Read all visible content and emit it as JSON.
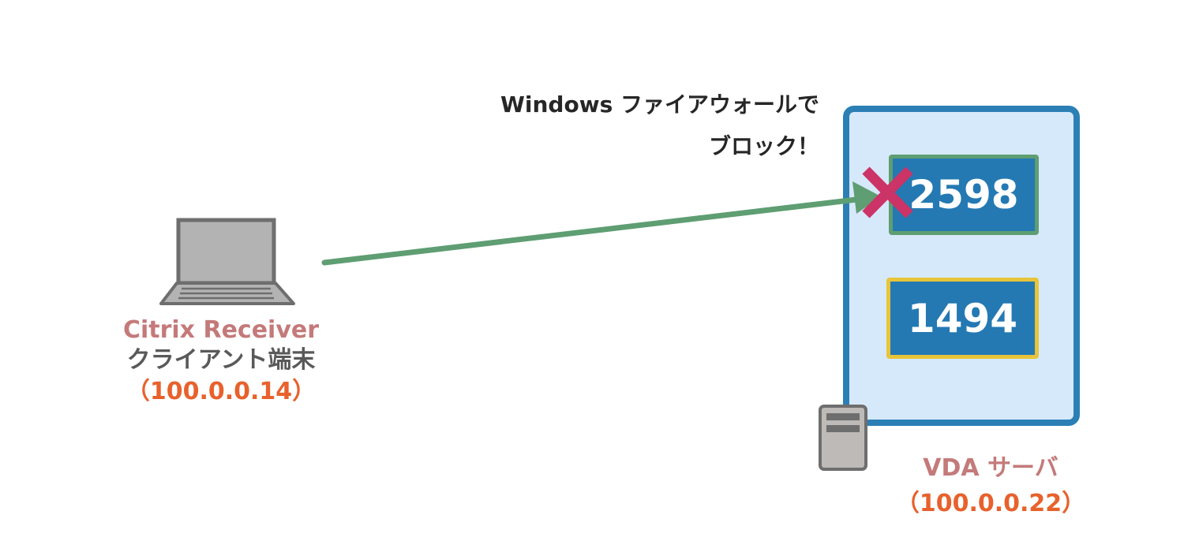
{
  "client": {
    "name": "Citrix Receiver",
    "type": "クライアント端末",
    "ip": "（100.0.0.14）"
  },
  "firewall_note": {
    "line1": "Windows ファイアウォールで",
    "line2": "ブロック！"
  },
  "vda": {
    "name": "VDA サーバ",
    "ip": "（100.0.0.22）",
    "ports": {
      "blocked": "2598",
      "open": "1494"
    }
  },
  "colors": {
    "arrow": "#5e9e72",
    "block_mark": "#cc3366",
    "panel_fill": "#d6e9fb",
    "panel_border": "#2b7fb5",
    "port_fill": "#2479b3",
    "port_2598_border": "#5e9e72",
    "port_1494_border": "#e8c43a"
  },
  "icons": {
    "client": "laptop-icon",
    "server": "server-tower-icon",
    "block": "cross-icon"
  }
}
